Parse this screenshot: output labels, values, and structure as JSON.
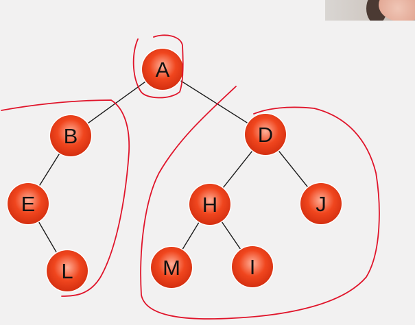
{
  "diagram": {
    "nodes": [
      {
        "id": "A",
        "label": "A"
      },
      {
        "id": "B",
        "label": "B"
      },
      {
        "id": "D",
        "label": "D"
      },
      {
        "id": "E",
        "label": "E"
      },
      {
        "id": "L",
        "label": "L"
      },
      {
        "id": "H",
        "label": "H"
      },
      {
        "id": "J",
        "label": "J"
      },
      {
        "id": "M",
        "label": "M"
      },
      {
        "id": "I",
        "label": "I"
      }
    ],
    "edges": [
      [
        "A",
        "B"
      ],
      [
        "A",
        "D"
      ],
      [
        "B",
        "E"
      ],
      [
        "E",
        "L"
      ],
      [
        "D",
        "H"
      ],
      [
        "D",
        "J"
      ],
      [
        "H",
        "M"
      ],
      [
        "H",
        "I"
      ]
    ],
    "annotations": [
      {
        "name": "root-circle-annotation",
        "encloses": [
          "A"
        ]
      },
      {
        "name": "left-subtree-annotation",
        "encloses": [
          "B",
          "E",
          "L"
        ]
      },
      {
        "name": "right-subtree-annotation",
        "encloses": [
          "D",
          "H",
          "J",
          "M",
          "I"
        ]
      }
    ]
  },
  "colors": {
    "background": "#f2f1f1",
    "node_center": "#ffb099",
    "node_mid": "#f0461e",
    "node_edge": "#d42f10",
    "node_ring": "#ffffff",
    "edge": "#1a1a1a",
    "label": "#111111",
    "annotation": "#e0142a"
  }
}
